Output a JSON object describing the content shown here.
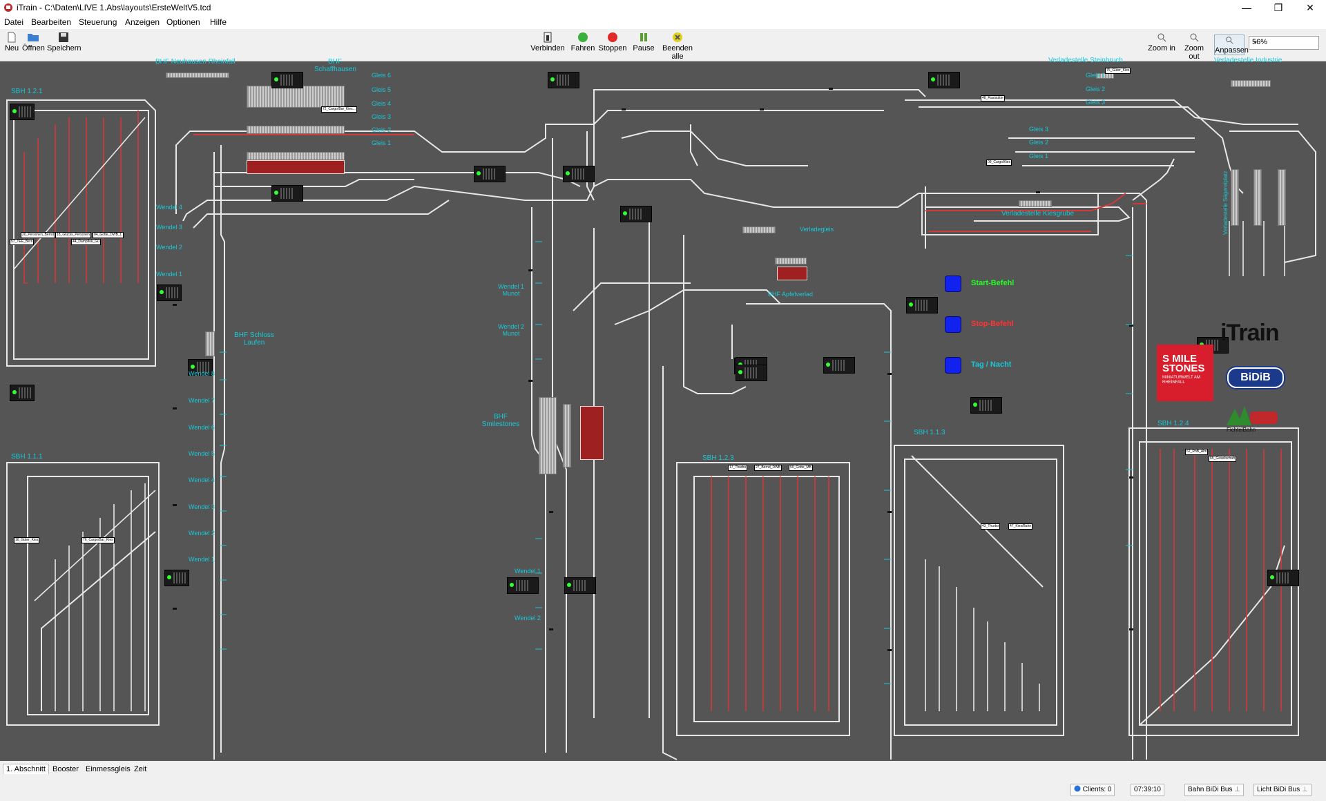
{
  "window": {
    "title": "iTrain - C:\\Daten\\LIVE 1.Abs\\layouts\\ErsteWeltV5.tcd",
    "minimize": "—",
    "restore": "❐",
    "close": "✕"
  },
  "menu": [
    "Datei",
    "Bearbeiten",
    "Steuerung",
    "Anzeigen",
    "Optionen",
    "Hilfe"
  ],
  "toolbar": {
    "new": "Neu",
    "open": "Öffnen",
    "save": "Speichern",
    "connect": "Verbinden",
    "drive": "Fahren",
    "stop": "Stoppen",
    "pause": "Pause",
    "end_all": "Beenden alle",
    "zoom_in": "Zoom in",
    "zoom_out": "Zoom out",
    "fit": "Anpassen",
    "zoom_value": "56%"
  },
  "colors": {
    "canvas": "#555555",
    "track": "#e8e8e8",
    "occupied_track": "#d23a3a",
    "label": "#19c8d8",
    "start_label": "#22ff22",
    "stop_label": "#ff3333",
    "daynight_label": "#19c8d8",
    "command_button": "#1122ee"
  },
  "layout_labels": {
    "bhf_neuhausen": "BHF Neuhausen Rheinfall",
    "bhf_schaffhausen": "BHF Schaffhausen",
    "bhf_schloss_laufen": "BHF Schloss Laufen",
    "bhf_smilestones": "BHF Smilestones",
    "bhf_apfelverlad": "BHF Apfelverlad",
    "verladestelle_steinbruch": "Verladestelle Steinbruch",
    "verladestelle_industrie": "Verladestelle Industrie",
    "verladestelle_kiesgrube": "Verladestelle Kiesgrube",
    "verladestelle_saegerei": "Verladestelle Sägereiplatz",
    "verladegleis": "Verladegleis",
    "sbh_121": "SBH 1.2.1",
    "sbh_111": "SBH 1.1.1",
    "sbh_123": "SBH 1.2.3",
    "sbh_113": "SBH 1.1.3",
    "sbh_124": "SBH 1.2.4",
    "wendel_munot_1": "Wendel 1 Munot",
    "wendel_munot_2": "Wendel 2 Munot",
    "wendel_1": "Wendel 1",
    "wendel_2": "Wendel 2"
  },
  "schaffhausen_tracks": [
    "Gleis 6",
    "Gleis 5",
    "Gleis 4",
    "Gleis 3",
    "Gleis 2",
    "Gleis 1"
  ],
  "steinbruch_tracks": [
    "Gleis 1",
    "Gleis 2",
    "Gleis 3"
  ],
  "kiesgrube_tracks": [
    "Gleis 3",
    "Gleis 2",
    "Gleis 1"
  ],
  "sbh121_wendel": [
    "Wendel 4",
    "Wendel 3",
    "Wendel 2",
    "Wendel 1"
  ],
  "sbh111_wendel": [
    "Wendel 8",
    "Wendel 7",
    "Wendel 6",
    "Wendel 5",
    "Wendel 4",
    "Wendel 3",
    "Wendel 2",
    "Wendel 1"
  ],
  "commands": {
    "start": "Start-Befehl",
    "stop": "Stop-Befehl",
    "daynight": "Tag / Nacht"
  },
  "train_tags": {
    "t1": "72_Cargo/Bar_Kies...",
    "t2": "20_Personen_Bernd",
    "t3": "18_Glücks_Personen",
    "t4": "04_Gotte_DWB_L",
    "t5": "57_TEE_Bern",
    "t6": "44_Dampflok_Gü",
    "t7": "16_Güter_Kies",
    "t8": "76_Cargo/Bar_Kies",
    "t9": "48_Raststätte",
    "t10": "75_Güter_Kies",
    "t11": "09_Cargo/Kies",
    "t12": "17_Thurbo",
    "t13": "27_Bernd_DWB",
    "t14": "43_Thurbo",
    "t15": "47_Kies/Bahn",
    "t16": "50_Gotte_MB",
    "t17": "62_RhB_Alm",
    "t18": "65_Gesellschaft"
  },
  "logos": {
    "smilestones_line1": "S MILE",
    "smilestones_line2": "STONES",
    "smilestones_sub": "MINIATURWELT AM RHEINFALL",
    "itrain": "iTrain",
    "bidib": "BiDiB",
    "fichtelbahn": "FichtelBahn"
  },
  "tabs": [
    "1. Abschnitt",
    "Booster",
    "Einmessgleis",
    "Zeit"
  ],
  "status": {
    "clients": "Clients: 0",
    "time": "07:39:10",
    "bus1": "Bahn BiDi Bus",
    "bus2": "Licht BiDi Bus"
  }
}
